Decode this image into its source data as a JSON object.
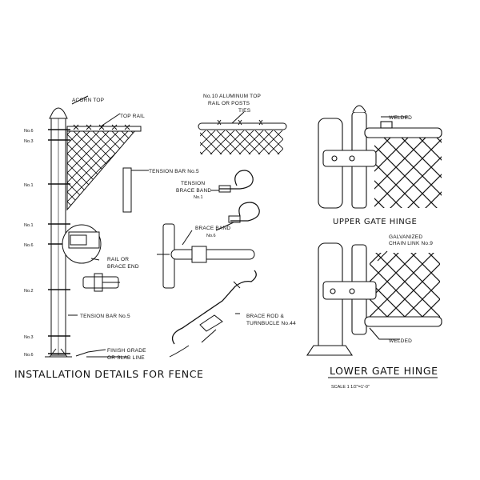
{
  "titles": {
    "main": "INSTALLATION DETAILS FOR FENCE",
    "upper_hinge": "UPPER GATE HINGE",
    "lower_hinge": "LOWER GATE HINGE",
    "scale": "SCALE 1 1/2\"=1'-0\""
  },
  "post_labels": {
    "acorn_top": "ACORN TOP",
    "top_rail": "TOP RAIL",
    "rail_or": "RAIL OR",
    "brace_end": "BRACE END",
    "tension_bar": "TENSION BAR No.5",
    "finish_grade": "FINISH GRADE",
    "slab_line": "OR SLAB LINE"
  },
  "gauge_labels": [
    "No.6",
    "No.3",
    "No.1",
    "No.1",
    "No.6",
    "No.2",
    "No.3",
    "No.6"
  ],
  "detail_labels": {
    "aluminum_ties_1": "No.10 ALUMINUM TOP",
    "aluminum_ties_2": "RAIL OR POSTS",
    "aluminum_ties_3": "TIES",
    "tension_bar": "TENSION BAR No.5",
    "tension_band_1": "TENSION",
    "tension_band_2": "BRACE BAND",
    "tension_band_no": "No.1",
    "brace_band": "BRACE BAND",
    "brace_band_no": "No.6",
    "brace_rod_1": "BRACE ROD &",
    "brace_rod_2": "TURNBUCLE No.44"
  },
  "hinge_labels": {
    "welded_top": "WELDED",
    "galvanized_1": "GALVANIZED",
    "galvanized_2": "CHAIN LINK No.9",
    "welded_bottom": "WELDED"
  }
}
